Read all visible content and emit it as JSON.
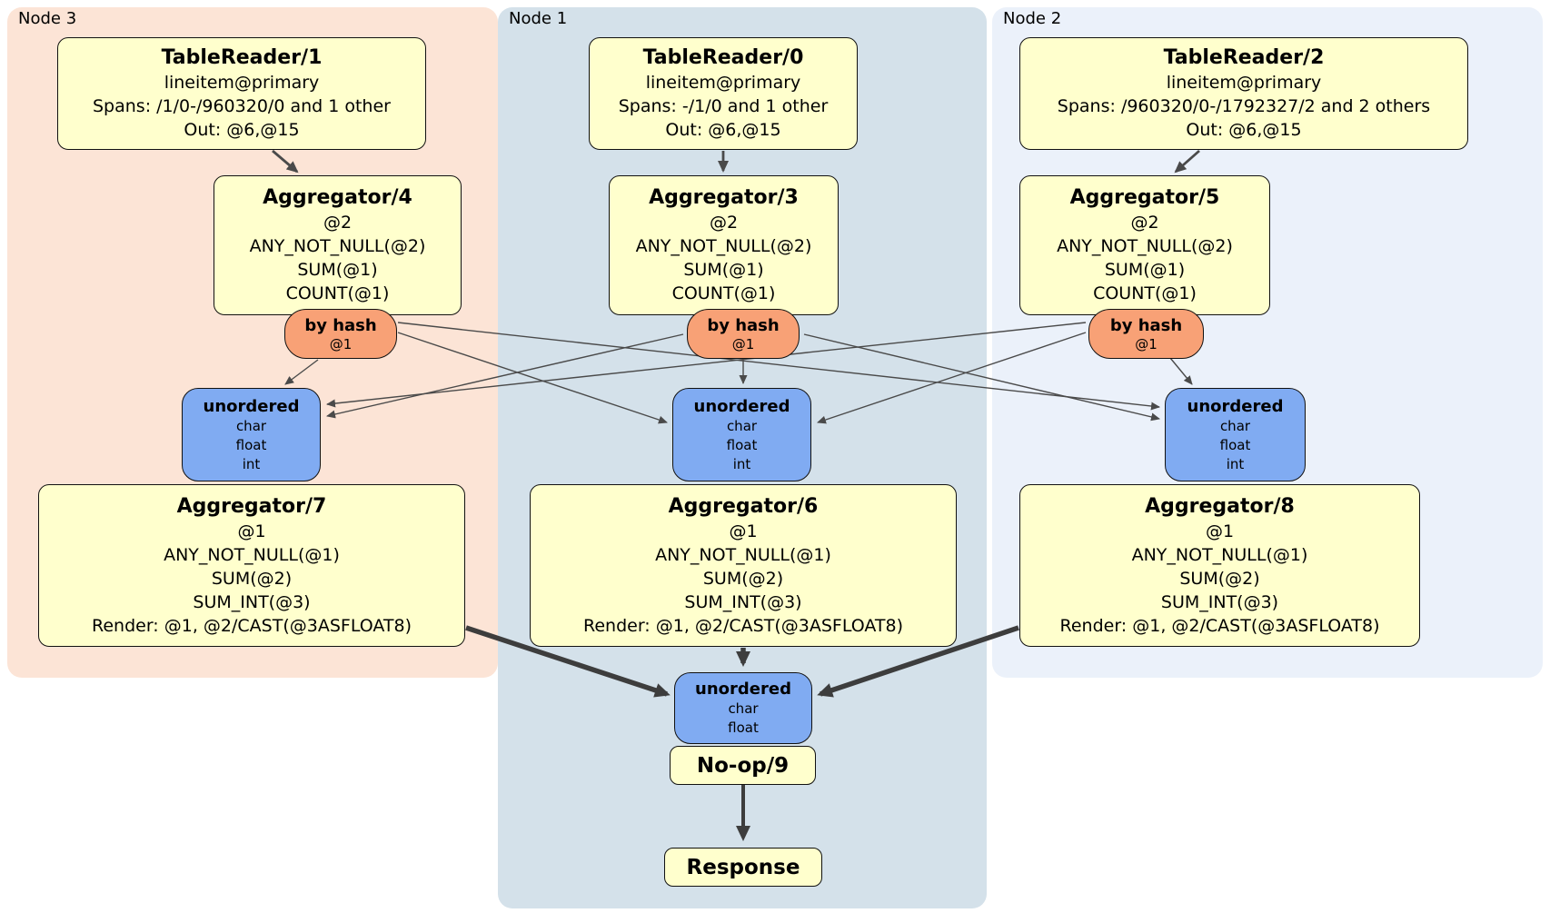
{
  "regions": {
    "node3": {
      "label": "Node 3"
    },
    "node1": {
      "label": "Node 1"
    },
    "node2": {
      "label": "Node 2"
    }
  },
  "processors": {
    "tableReader1": {
      "title": "TableReader/1",
      "lines": [
        "lineitem@primary",
        "Spans: /1/0-/960320/0 and 1 other",
        "Out: @6,@15"
      ]
    },
    "tableReader0": {
      "title": "TableReader/0",
      "lines": [
        "lineitem@primary",
        "Spans: -/1/0 and 1 other",
        "Out: @6,@15"
      ]
    },
    "tableReader2": {
      "title": "TableReader/2",
      "lines": [
        "lineitem@primary",
        "Spans: /960320/0-/1792327/2 and 2 others",
        "Out: @6,@15"
      ]
    },
    "aggregator4": {
      "title": "Aggregator/4",
      "lines": [
        "@2",
        "ANY_NOT_NULL(@2)",
        "SUM(@1)",
        "COUNT(@1)"
      ]
    },
    "aggregator3": {
      "title": "Aggregator/3",
      "lines": [
        "@2",
        "ANY_NOT_NULL(@2)",
        "SUM(@1)",
        "COUNT(@1)"
      ]
    },
    "aggregator5": {
      "title": "Aggregator/5",
      "lines": [
        "@2",
        "ANY_NOT_NULL(@2)",
        "SUM(@1)",
        "COUNT(@1)"
      ]
    },
    "aggregator7": {
      "title": "Aggregator/7",
      "lines": [
        "@1",
        "ANY_NOT_NULL(@1)",
        "SUM(@2)",
        "SUM_INT(@3)",
        "Render: @1, @2/CAST(@3ASFLOAT8)"
      ]
    },
    "aggregator6": {
      "title": "Aggregator/6",
      "lines": [
        "@1",
        "ANY_NOT_NULL(@1)",
        "SUM(@2)",
        "SUM_INT(@3)",
        "Render: @1, @2/CAST(@3ASFLOAT8)"
      ]
    },
    "aggregator8": {
      "title": "Aggregator/8",
      "lines": [
        "@1",
        "ANY_NOT_NULL(@1)",
        "SUM(@2)",
        "SUM_INT(@3)",
        "Render: @1, @2/CAST(@3ASFLOAT8)"
      ]
    },
    "noop9": {
      "title": "No-op/9"
    },
    "response": {
      "title": "Response"
    }
  },
  "routers": {
    "hashLeft": {
      "title": "by hash",
      "sub": "@1"
    },
    "hashCenter": {
      "title": "by hash",
      "sub": "@1"
    },
    "hashRight": {
      "title": "by hash",
      "sub": "@1"
    }
  },
  "syncs": {
    "unorderedLeft": {
      "title": "unordered",
      "lines": [
        "char",
        "float",
        "int"
      ]
    },
    "unorderedCenter": {
      "title": "unordered",
      "lines": [
        "char",
        "float",
        "int"
      ]
    },
    "unorderedRight": {
      "title": "unordered",
      "lines": [
        "char",
        "float",
        "int"
      ]
    },
    "unorderedFinal": {
      "title": "unordered",
      "lines": [
        "char",
        "float"
      ]
    }
  },
  "colors": {
    "node3_bg": "#fce4d6",
    "node1_bg": "#d4e1ea",
    "node2_bg": "#ebf1fa",
    "processor_bg": "#ffffcd",
    "router_bg": "#f8a176",
    "sync_bg": "#80abf2",
    "edge": "#4a4a4a"
  }
}
